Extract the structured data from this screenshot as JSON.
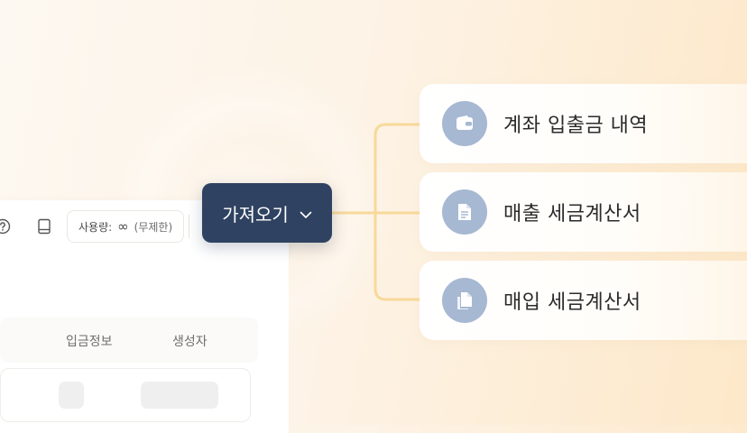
{
  "toolbar": {
    "usage_label": "사용량:",
    "usage_value": "∞",
    "usage_note": "(무제한)"
  },
  "table": {
    "headers": [
      "입금정보",
      "생성자"
    ]
  },
  "import_button": {
    "label": "가져오기"
  },
  "options": [
    {
      "label": "계좌 입출금 내역",
      "icon": "wallet-icon"
    },
    {
      "label": "매출 세금계산서",
      "icon": "document-icon"
    },
    {
      "label": "매입 세금계산서",
      "icon": "documents-copy-icon"
    }
  ],
  "colors": {
    "button_bg": "#2f4261",
    "icon_circle": "#a6b8d2",
    "connector": "#f8d99a"
  }
}
